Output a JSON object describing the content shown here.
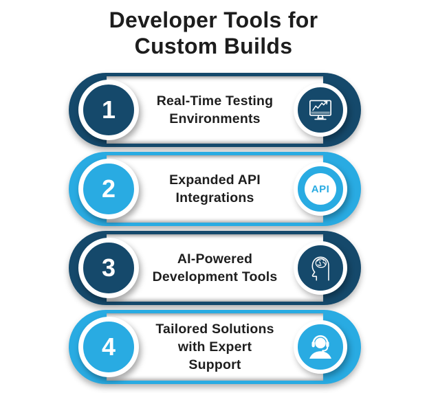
{
  "title": {
    "lines": [
      "Developer Tools for",
      "Custom Builds"
    ]
  },
  "colors": {
    "navy": "#15496B",
    "cyan": "#29ABE2",
    "title_text": "#1D1D1D",
    "label_text": "#1E1E1E",
    "background": "#FFFFFF",
    "icon_stroke": "#FFFFFF"
  },
  "items": [
    {
      "number": "1",
      "label": "Real-Time Testing Environments",
      "lines": [
        "Real-Time Testing",
        "Environments"
      ],
      "icon": "monitor-chart-icon",
      "color": "#15496B"
    },
    {
      "number": "2",
      "label": "Expanded API Integrations",
      "lines": [
        "Expanded API",
        "Integrations"
      ],
      "icon": "api-icon",
      "icon_label": "API",
      "color": "#29ABE2"
    },
    {
      "number": "3",
      "label": "AI-Powered Development Tools",
      "lines": [
        "AI-Powered",
        "Development Tools"
      ],
      "icon": "ai-brain-head-icon",
      "color": "#15496B"
    },
    {
      "number": "4",
      "label": "Tailored Solutions with Expert Support",
      "lines": [
        "Tailored Solutions",
        "with Expert",
        "Support"
      ],
      "icon": "headset-support-icon",
      "color": "#29ABE2"
    }
  ]
}
